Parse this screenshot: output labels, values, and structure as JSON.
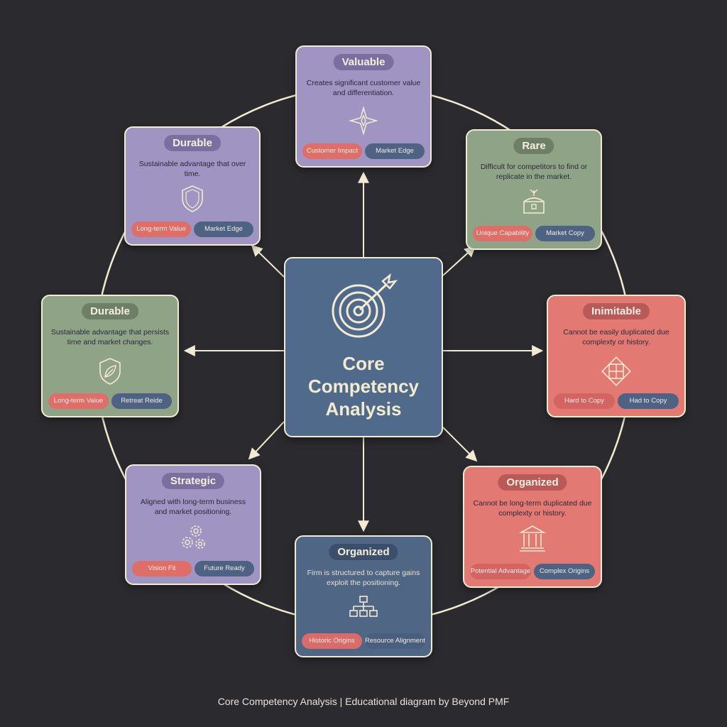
{
  "center": {
    "title": "Core\nCompetency\nAnalysis",
    "icon": "target-arrow-icon"
  },
  "cards": {
    "valuable": {
      "title": "Valuable",
      "desc": "Creates significant customer value and differentiation.",
      "icon": "sparkle-icon",
      "tag_left": "Customer Impact",
      "tag_right": "Market Edge"
    },
    "rare": {
      "title": "Rare",
      "desc": "Difficult for competitors to find or replicate in the market.",
      "icon": "treasure-chest-icon",
      "tag_left": "Unique Capability",
      "tag_right": "Market Copy"
    },
    "inimitable": {
      "title": "Inimitable",
      "desc": "Cannot be easily duplicated due complexty or history.",
      "icon": "knot-icon",
      "tag_left": "Hard to Copy",
      "tag_right": "Had to Copy"
    },
    "organized_right": {
      "title": "Organized",
      "desc": "Cannot be long-term duplicated due complexty or history.",
      "icon": "institution-icon",
      "tag_left": "Potential Advantage",
      "tag_right": "Complex Origins"
    },
    "organized_bottom": {
      "title": "Organized",
      "desc": "Firm is structured to capture gains exploit the positioning.",
      "icon": "org-chart-icon",
      "tag_left": "Historic Origins",
      "tag_right": "Resource Alignment"
    },
    "strategic": {
      "title": "Strategic",
      "desc": "Aligned with long-term business and market positioning.",
      "icon": "gears-icon",
      "tag_left": "Vision Fit",
      "tag_right": "Future Ready"
    },
    "durable_left": {
      "title": "Durable",
      "desc": "Sustainable advantage that persists time and market changes.",
      "icon": "shield-leaf-icon",
      "tag_left": "Long-term Value",
      "tag_right": "Retreat Reide"
    },
    "durable_top": {
      "title": "Durable",
      "desc": "Sustainable advantage that over time.",
      "icon": "shield-icon",
      "tag_left": "Long-term Value",
      "tag_right": "Market Edge"
    }
  },
  "footer": "Core Competency Analysis | Educational diagram by Beyond PMF",
  "colors": {
    "background": "#2b2a2e",
    "lavender": "#9f94c2",
    "sage": "#8fa486",
    "coral": "#e27a73",
    "slate": "#4f6684",
    "line": "#f1ebd3"
  }
}
